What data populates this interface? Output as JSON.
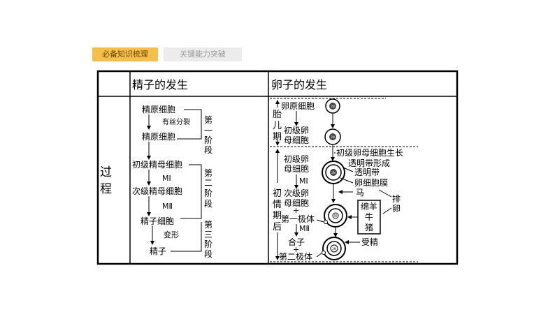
{
  "tabs": [
    {
      "label": "必备知识梳理",
      "active": true
    },
    {
      "label": "关键能力突破",
      "active": false
    }
  ],
  "table": {
    "row_header": "过程",
    "sperm": {
      "header": "精子的发生",
      "stages": [
        "精原细胞",
        "精原细胞",
        "初级精母细胞",
        "次级精母细胞",
        "精子细胞",
        "精子"
      ],
      "arrows": [
        "有丝分裂",
        "",
        "MⅠ",
        "MⅡ",
        "变形"
      ],
      "phases": [
        {
          "l1": "第",
          "l2": "一",
          "l3": "阶",
          "l4": "段"
        },
        {
          "l1": "第",
          "l2": "二",
          "l3": "阶",
          "l4": "段"
        },
        {
          "l1": "第",
          "l2": "三",
          "l3": "阶",
          "l4": "段"
        }
      ]
    },
    "egg": {
      "header": "卵子的发生",
      "period1": {
        "c1": "胎",
        "c2": "儿",
        "c3": "期"
      },
      "period2": {
        "c1": "初",
        "c2": "情",
        "c3": "期",
        "c4": "后"
      },
      "labels": {
        "oogonium": "卵原细胞",
        "primary_1": "初级卵",
        "primary_2": "母细胞",
        "primary_growth": "初级卵母细胞生长",
        "zona_forming": "透明带形成",
        "primary_3": "初级卵",
        "primary_4": "母细胞",
        "zona": "透明带",
        "membrane": "卵细胞膜",
        "m1": "MⅠ",
        "secondary_1": "次级卵",
        "secondary_2": "母细胞",
        "horse": "马",
        "ovulation_1": "排",
        "ovulation_2": "卵",
        "box_1": "绵羊",
        "box_2": "牛",
        "box_3": "猪",
        "first_polar": "第一极体",
        "m2": "MⅡ",
        "zygote": "合子",
        "plus": "+",
        "fertilize": "受精",
        "second_polar": "第二极体",
        "nuc_2n": "2N",
        "nuc_n": "N"
      }
    }
  }
}
